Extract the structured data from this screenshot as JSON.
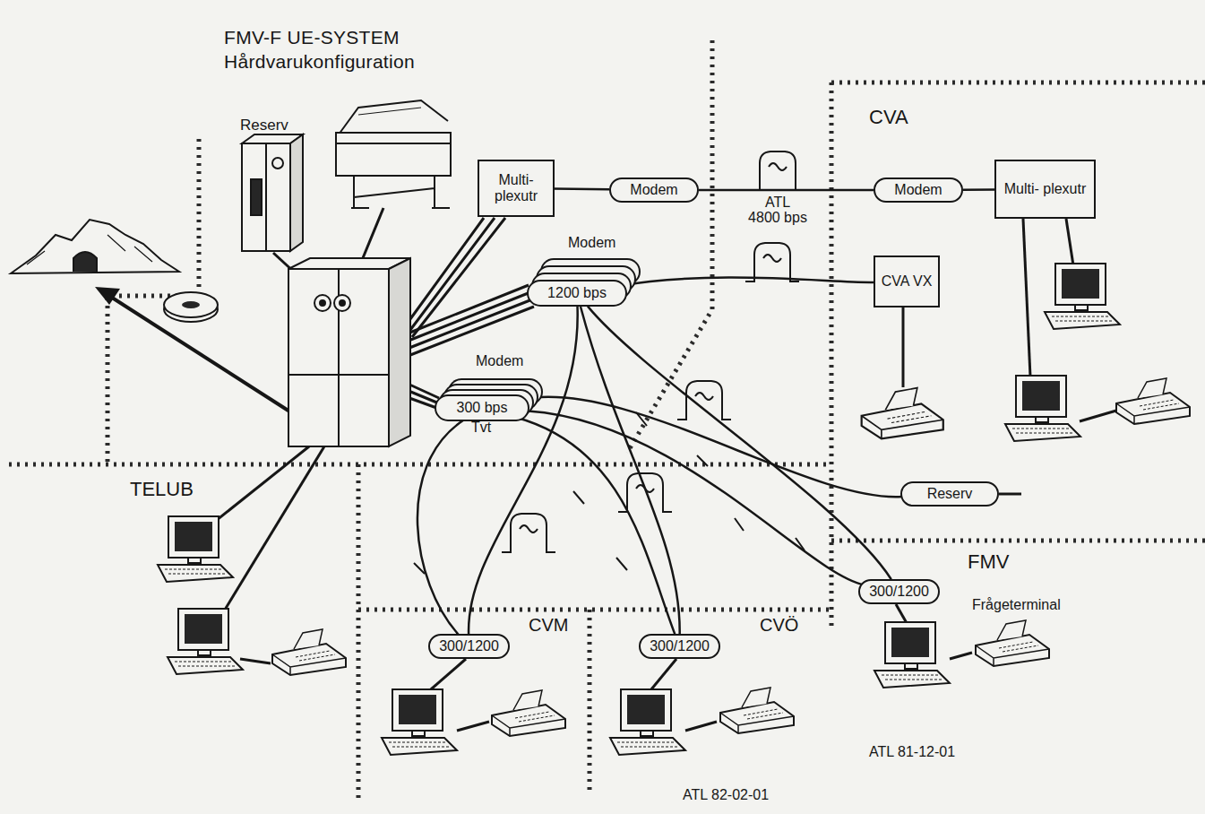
{
  "diagram": {
    "title": "FMV-F UE-SYSTEM Hårdvarukonfiguration",
    "nodes": [
      {
        "text": [
          "Multi- plexutr"
        ]
      },
      {
        "text": [
          "Modem"
        ]
      },
      {
        "text": [
          "Modem"
        ]
      },
      {
        "text": [
          "Multi- plexutr"
        ]
      },
      {
        "text": [
          "CVA VX"
        ]
      },
      {
        "text": [
          "Modem",
          "1200 bps"
        ]
      },
      {
        "text": [
          "Modem",
          "300 bps"
        ]
      },
      {
        "text": [
          "Reserv"
        ]
      },
      {
        "text": [
          "300/1200"
        ]
      },
      {
        "text": [
          "300/1200"
        ]
      },
      {
        "text": [
          "300/1200"
        ]
      }
    ],
    "edges": [
      {
        "from": 0,
        "to": 1,
        "arrow": "none"
      },
      {
        "from": 1,
        "to": 2,
        "label": "ATL 4800 bps",
        "arrow": "none"
      },
      {
        "from": 2,
        "to": 3,
        "arrow": "none"
      },
      {
        "from": 5,
        "to": 4,
        "arrow": "none"
      },
      {
        "from": 5,
        "to": 8,
        "arrow": "none"
      },
      {
        "from": 5,
        "to": 9,
        "arrow": "none"
      },
      {
        "from": 5,
        "to": 10,
        "arrow": "none"
      },
      {
        "from": 6,
        "to": 7,
        "arrow": "none"
      },
      {
        "from": 6,
        "to": 8,
        "arrow": "none"
      },
      {
        "from": 6,
        "to": 9,
        "arrow": "none"
      },
      {
        "from": 6,
        "to": 10,
        "arrow": "none"
      }
    ],
    "labels": [
      "Reserv",
      "CVA",
      "TELUB",
      "Tvt",
      "CVM",
      "CVÖ",
      "FMV",
      "Frågeterminal",
      "ATL 82-02-01",
      "ATL 81-12-01"
    ]
  }
}
